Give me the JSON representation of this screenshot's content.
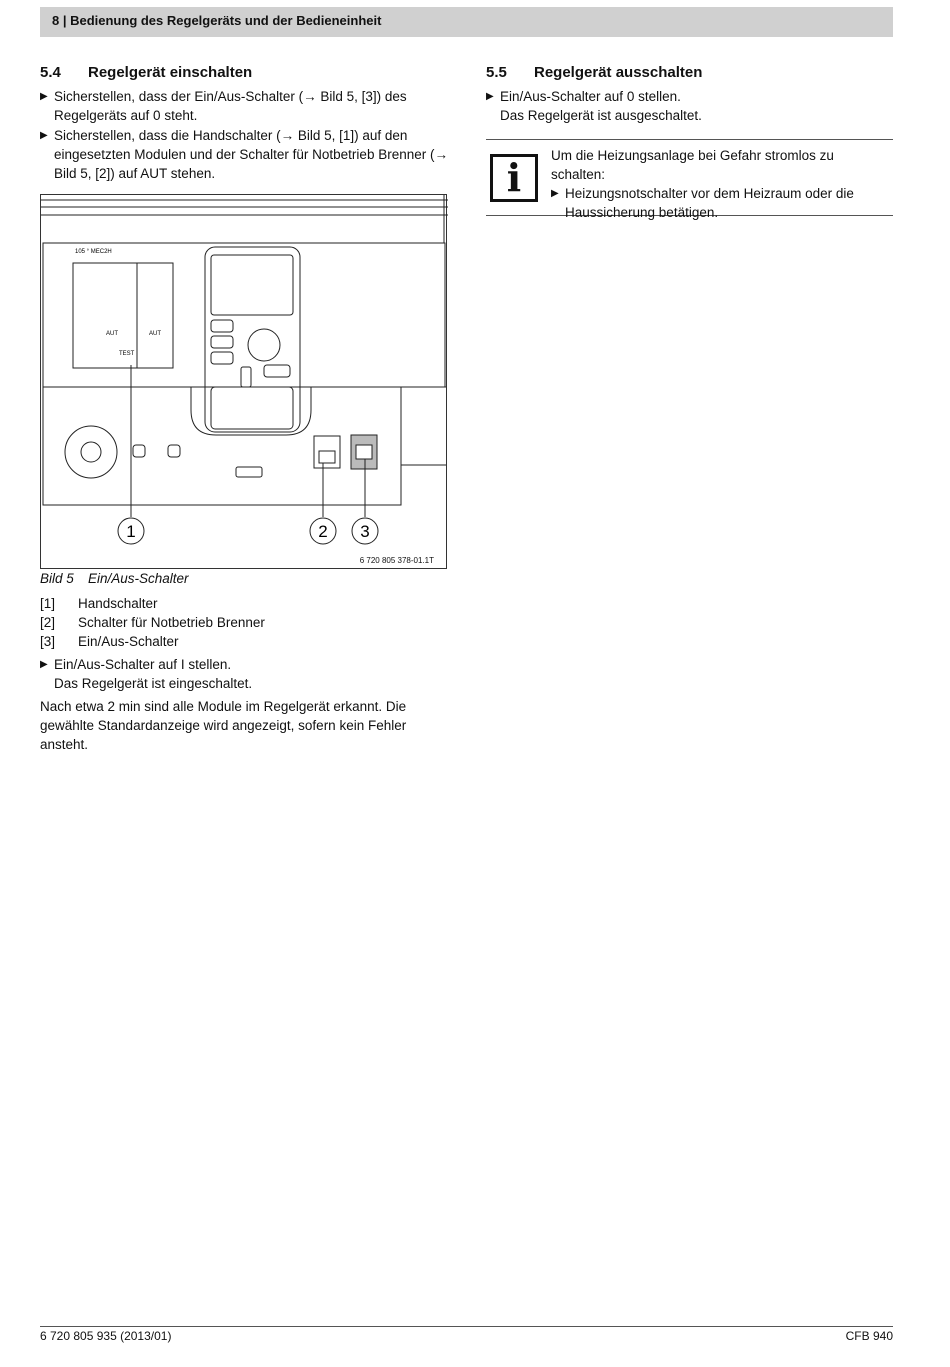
{
  "header": {
    "title": "8 | Bedienung des Regelgeräts und der Bedieneinheit"
  },
  "left": {
    "section_num": "5.4",
    "section_title": "Regelgerät einschalten",
    "b1": "Sicherstellen, dass der Ein/Aus-Schalter (→ Bild 5, [3]) des Regelgeräts auf 0 steht.",
    "b2": "Sicherstellen, dass die Handschalter (→ Bild 5, [1]) auf den eingesetzten Modulen und der Schalter für Notbetrieb Brenner (→ Bild 5, [2]) auf AUT stehen."
  },
  "figure": {
    "code": "6 720 805 378-01.1T",
    "callouts": [
      "1",
      "2",
      "3"
    ],
    "module_label": "105 ° MEC2H",
    "dial_labels": [
      "AUT",
      "AUT",
      "TEST"
    ]
  },
  "caption": {
    "label": "Bild 5",
    "text": "Ein/Aus-Schalter"
  },
  "legend": [
    {
      "k": "[1]",
      "v": "Handschalter"
    },
    {
      "k": "[2]",
      "v": "Schalter für Notbetrieb Brenner"
    },
    {
      "k": "[3]",
      "v": "Ein/Aus-Schalter"
    }
  ],
  "after": {
    "b1": "Ein/Aus-Schalter auf I stellen.",
    "b1b": "Das Regelgerät ist eingeschaltet."
  },
  "note": "Nach etwa 2 min sind alle Module im Regelgerät erkannt. Die gewählte Standardanzeige wird angezeigt, sofern kein Fehler ansteht.",
  "right": {
    "section_num": "5.5",
    "section_title": "Regelgerät ausschalten",
    "b1": "Ein/Aus-Schalter auf 0 stellen.",
    "b1b": "Das Regelgerät ist ausgeschaltet.",
    "info_icon": "info-icon",
    "info_lead": "Um die Heizungsanlage bei Gefahr stromlos zu schalten:",
    "info_bullet": "Heizungsnotschalter vor dem Heizraum oder die Haussicherung betätigen."
  },
  "footer": {
    "left": "6 720 805 935 (2013/01)",
    "right": "CFB 940"
  }
}
